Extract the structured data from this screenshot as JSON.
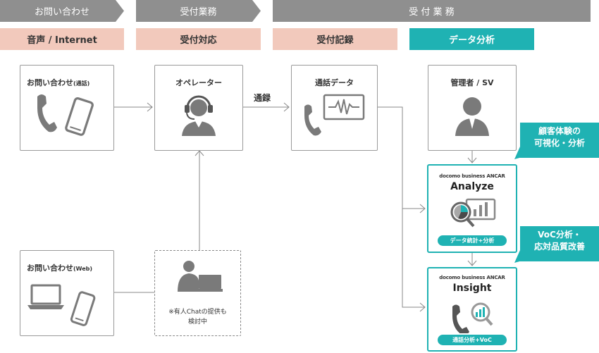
{
  "stages": {
    "inquiry": "お問い合わせ",
    "reception": "受付業務",
    "business": "受 付 業 務"
  },
  "substages": {
    "channel": "音声 / Internet",
    "handling": "受付対応",
    "record": "受付記録",
    "analysis": "データ分析"
  },
  "nodes": {
    "inquiry_call": {
      "title": "お問い合わせ",
      "suffix": "(通話)"
    },
    "operator": {
      "title": "オペレーター"
    },
    "call_data": {
      "title": "通話データ"
    },
    "manager": {
      "title": "管理者 / SV"
    },
    "inquiry_web": {
      "title": "お問い合わせ",
      "suffix": "(Web)"
    },
    "chat": {
      "note_line1": "※有人Chatの提供も",
      "note_line2": "検討中"
    },
    "analyze": {
      "brand": "docomo business ANCAR",
      "product": "Analyze",
      "pill": "データ統計+分析"
    },
    "insight": {
      "brand": "docomo business ANCAR",
      "product": "Insight",
      "pill": "通話分析+VoC"
    }
  },
  "edge_labels": {
    "record_call": "通録"
  },
  "callouts": {
    "cx_line1": "顧客体験の",
    "cx_line2": "可視化・分析",
    "voc_line1": "VoC分析・",
    "voc_line2": "応対品質改善"
  },
  "colors": {
    "teal": "#1fb2b3",
    "pink": "#f2c9bc",
    "gray_bar": "#8f8f8f",
    "icon_gray": "#7a7a7a"
  }
}
